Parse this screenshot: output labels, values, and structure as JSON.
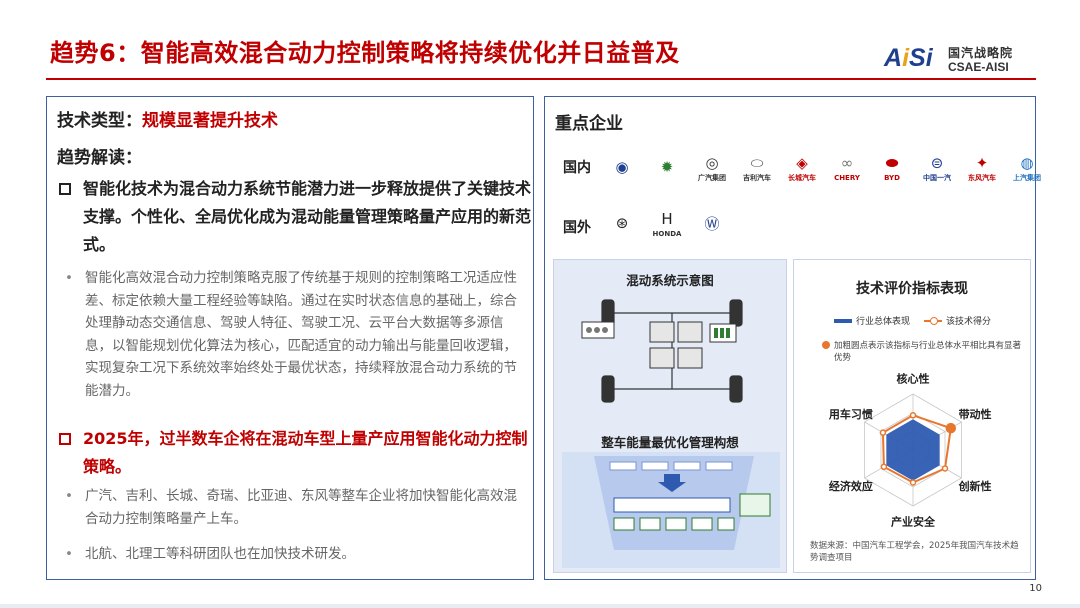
{
  "title": "趋势6：智能高效混合动力控制策略将持续优化并日益普及",
  "logo": {
    "wordmark": "AiSi",
    "org_cn": "国汽战略院",
    "org_en": "CSAE-AISI"
  },
  "left": {
    "tech_type_label": "技术类型：",
    "tech_type_value": "规模显著提升技术",
    "trend_label": "趋势解读：",
    "bullet1": "智能化技术为混合动力系统节能潜力进一步释放提供了关键技术支撑。个性化、全局优化成为混动能量管理策略量产应用的新范式。",
    "sub1": "智能化高效混合动力控制策略克服了传统基于规则的控制策略工况适应性差、标定依赖大量工程经验等缺陷。通过在实时状态信息的基础上，综合处理静动态交通信息、驾驶人特征、驾驶工况、云平台大数据等多源信息，以智能规划优化算法为核心，匹配适宜的动力输出与能量回收逻辑，实现复杂工况下系统效率始终处于最优状态，持续释放混合动力系统的节能潜力。",
    "bullet2": "2025年，过半数车企将在混动车型上量产应用智能化动力控制策略。",
    "sub2": "广汽、吉利、长城、奇瑞、比亚迪、东风等整车企业将加快智能化高效混合动力控制策略量产上车。",
    "sub3": "北航、北理工等科研团队也在加快技术研发。"
  },
  "right": {
    "key_enterprises": "重点企业",
    "domestic_label": "国内",
    "foreign_label": "国外",
    "domestic_logos": [
      {
        "icon": "beihang-emblem-icon",
        "caption": ""
      },
      {
        "icon": "bit-emblem-icon",
        "caption": ""
      },
      {
        "icon": "gac-logo-icon",
        "caption": "广汽集团",
        "color": "#333333"
      },
      {
        "icon": "geely-logo-icon",
        "caption": "吉利汽车",
        "color": "#333333"
      },
      {
        "icon": "greatwall-logo-icon",
        "caption": "长城汽车",
        "color": "#c00000"
      },
      {
        "icon": "chery-logo-icon",
        "caption": "CHERY",
        "color": "#c00000"
      },
      {
        "icon": "byd-logo-icon",
        "caption": "BYD",
        "color": "#c00000"
      },
      {
        "icon": "faw-logo-icon",
        "caption": "中国一汽",
        "color": "#1f3f8f"
      },
      {
        "icon": "dongfeng-logo-icon",
        "caption": "东风汽车",
        "color": "#c00000"
      },
      {
        "icon": "saic-logo-icon",
        "caption": "上汽集团",
        "color": "#1f6fbf"
      }
    ],
    "foreign_logos": [
      {
        "icon": "toyota-logo-icon",
        "caption": ""
      },
      {
        "icon": "honda-logo-icon",
        "caption": "HONDA"
      },
      {
        "icon": "vw-logo-icon",
        "caption": ""
      }
    ],
    "diagram_title": "混动系统示意图",
    "diagram_title2": "整车能量最优化管理构想",
    "eval_title": "技术评价指标表现",
    "legend_industry": "行业总体表现",
    "legend_tech": "该技术得分",
    "note": "加粗圆点表示该指标与行业总体水平相比具有显著优势",
    "source": "数据来源：中国汽车工程学会，2025年我国汽车技术趋势调查项目",
    "accent_blue": "#2e5bb0",
    "accent_orange": "#e8772e"
  },
  "chart_data": {
    "type": "radar",
    "axes": [
      "核心性",
      "带动性",
      "创新性",
      "产业安全",
      "经济效应",
      "用车习惯"
    ],
    "series": [
      {
        "name": "行业总体表现",
        "values": [
          0.55,
          0.55,
          0.55,
          0.55,
          0.55,
          0.55
        ]
      },
      {
        "name": "该技术得分",
        "values": [
          0.62,
          0.78,
          0.66,
          0.58,
          0.6,
          0.62
        ]
      }
    ],
    "highlighted_axes": [
      "带动性"
    ],
    "rlim": [
      0,
      1
    ]
  },
  "page_number": "10"
}
